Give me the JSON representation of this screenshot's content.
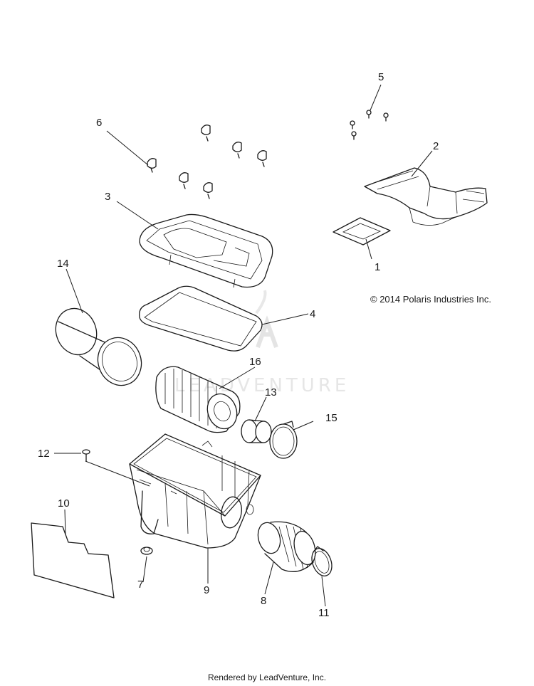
{
  "copyright": "© 2014 Polaris Industries Inc.",
  "watermark": "LEADVENTURE",
  "footer": "Rendered by LeadVenture, Inc.",
  "callouts": {
    "c1": "1",
    "c2": "2",
    "c3": "3",
    "c4": "4",
    "c5": "5",
    "c6": "6",
    "c7": "7",
    "c8": "8",
    "c9": "9",
    "c10": "10",
    "c11": "11",
    "c12": "12",
    "c13": "13",
    "c14": "14",
    "c15": "15",
    "c16": "16"
  }
}
